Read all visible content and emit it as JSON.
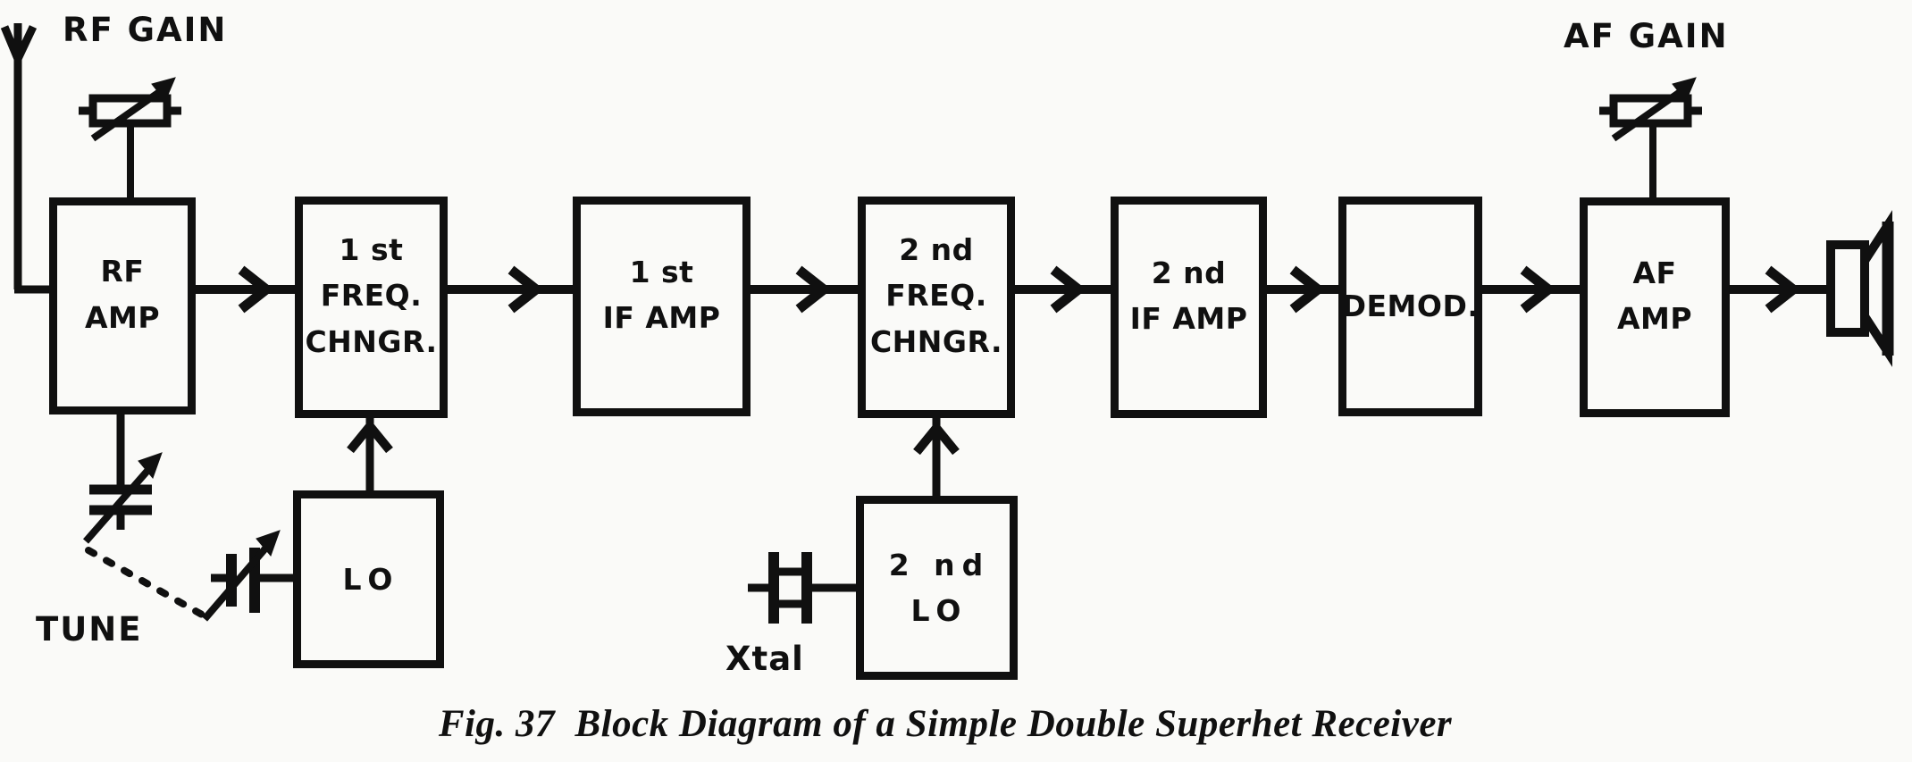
{
  "colors": {
    "ink": "#101010",
    "paper": "#fafaf8"
  },
  "labels": {
    "rf_gain": "RF GAIN",
    "af_gain": "AF GAIN",
    "tune": "TUNE",
    "xtal": "Xtal"
  },
  "blocks": {
    "rf_amp": "RF\nAMP",
    "freq_chngr_1": "1 st\nFREQ.\nCHNGR.",
    "if_amp_1": "1 st\nIF AMP",
    "freq_chngr_2": "2 nd\nFREQ.\nCHNGR.",
    "if_amp_2": "2 nd\nIF AMP",
    "demod": "DEMOD.",
    "af_amp": "AF\nAMP",
    "lo_1": "LO",
    "lo_2": "2 nd\nLO"
  },
  "caption": "Fig. 37  Block Diagram of a Simple Double Superhet Receiver",
  "icons": {
    "antenna": "antenna-icon",
    "rf_gain_control": "variable-resistor-icon",
    "af_gain_control": "variable-resistor-icon",
    "tune_capacitor": "variable-capacitor-icon",
    "lo_capacitor": "variable-capacitor-icon",
    "crystal": "crystal-icon",
    "output": "speaker-icon"
  }
}
